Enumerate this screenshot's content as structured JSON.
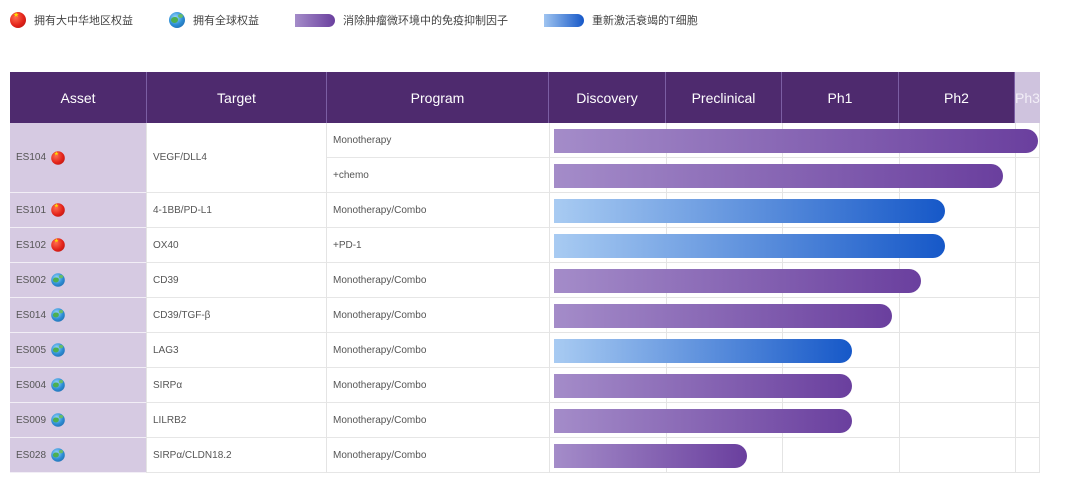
{
  "legend": [
    {
      "icon": "china-flag-icon",
      "label": "拥有大中华地区权益"
    },
    {
      "icon": "globe-icon",
      "label": "拥有全球权益"
    },
    {
      "icon": "purple-bar-swatch",
      "color": "#7a55ad",
      "label": "消除肿瘤微环境中的免疫抑制因子"
    },
    {
      "icon": "blue-bar-swatch",
      "color": "#1e63cc",
      "label": "重新激活衰竭的T细胞"
    }
  ],
  "headers": [
    "Asset",
    "Target",
    "Program",
    "Discovery",
    "Preclinical",
    "Ph1",
    "Ph2",
    "Ph3"
  ],
  "chart_data": {
    "type": "bar",
    "orientation": "horizontal",
    "stages": [
      "Discovery",
      "Preclinical",
      "Ph1",
      "Ph2",
      "Ph3"
    ],
    "value_unit": "development stage reached (1 = end of Discovery column, 5 = end of Ph3 column)",
    "rows": [
      {
        "asset": "ES104",
        "rights": "china-flag-icon",
        "target": "VEGF/DLL4",
        "program": "Monotherapy",
        "progress": 4.2,
        "category": "purple"
      },
      {
        "asset": "ES104",
        "rights": "china-flag-icon",
        "target": "VEGF/DLL4",
        "program": "+chemo",
        "progress": 3.9,
        "category": "purple"
      },
      {
        "asset": "ES101",
        "rights": "china-flag-icon",
        "target": "4-1BB/PD-L1",
        "program": "Monotherapy/Combo",
        "progress": 3.4,
        "category": "blue"
      },
      {
        "asset": "ES102",
        "rights": "china-flag-icon",
        "target": "OX40",
        "program": "+PD-1",
        "progress": 3.4,
        "category": "blue"
      },
      {
        "asset": "ES002",
        "rights": "globe-icon",
        "target": "CD39",
        "program": "Monotherapy/Combo",
        "progress": 3.2,
        "category": "purple"
      },
      {
        "asset": "ES014",
        "rights": "globe-icon",
        "target": "CD39/TGF-β",
        "program": "Monotherapy/Combo",
        "progress": 2.95,
        "category": "purple"
      },
      {
        "asset": "ES005",
        "rights": "globe-icon",
        "target": "LAG3",
        "program": "Monotherapy/Combo",
        "progress": 2.6,
        "category": "blue"
      },
      {
        "asset": "ES004",
        "rights": "globe-icon",
        "target": "SIRPα",
        "program": "Monotherapy/Combo",
        "progress": 2.6,
        "category": "purple"
      },
      {
        "asset": "ES009",
        "rights": "globe-icon",
        "target": "LILRB2",
        "program": "Monotherapy/Combo",
        "progress": 2.6,
        "category": "purple"
      },
      {
        "asset": "ES028",
        "rights": "globe-icon",
        "target": "SIRPα/CLDN18.2",
        "program": "Monotherapy/Combo",
        "progress": 1.7,
        "category": "purple"
      }
    ],
    "groups": [
      {
        "asset": "ES104",
        "icon": "china-flag-icon",
        "target": "VEGF/DLL4",
        "rows": [
          0,
          1
        ]
      },
      {
        "asset": "ES101",
        "icon": "china-flag-icon",
        "target": "4-1BB/PD-L1",
        "rows": [
          2
        ]
      },
      {
        "asset": "ES102",
        "icon": "china-flag-icon",
        "target": "OX40",
        "rows": [
          3
        ]
      },
      {
        "asset": "ES002",
        "icon": "globe-icon",
        "target": "CD39",
        "rows": [
          4
        ]
      },
      {
        "asset": "ES014",
        "icon": "globe-icon",
        "target": "CD39/TGF-β",
        "rows": [
          5
        ]
      },
      {
        "asset": "ES005",
        "icon": "globe-icon",
        "target": "LAG3",
        "rows": [
          6
        ]
      },
      {
        "asset": "ES004",
        "icon": "globe-icon",
        "target": "SIRPα",
        "rows": [
          7
        ]
      },
      {
        "asset": "ES009",
        "icon": "globe-icon",
        "target": "LILRB2",
        "rows": [
          8
        ]
      },
      {
        "asset": "ES028",
        "icon": "globe-icon",
        "target": "SIRPα/CLDN18.2",
        "rows": [
          9
        ]
      }
    ]
  }
}
